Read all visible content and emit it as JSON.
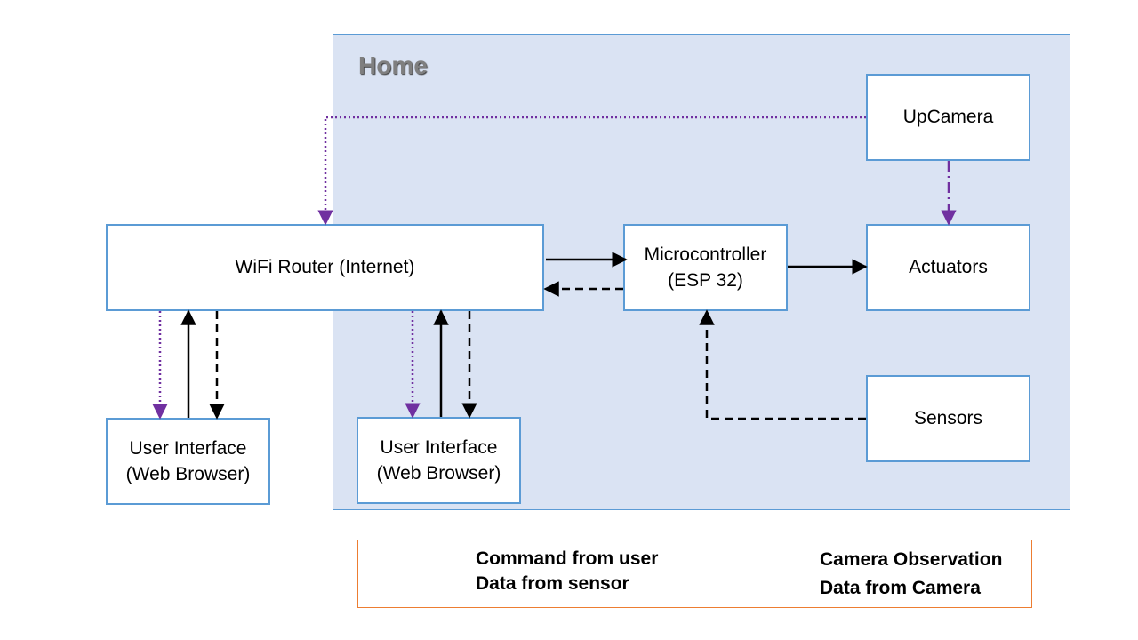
{
  "region": {
    "title": "Home"
  },
  "nodes": {
    "router": "WiFi Router (Internet)",
    "microcontroller": "Microcontroller\n(ESP 32)",
    "actuators": "Actuators",
    "camera": "UpCamera",
    "sensors": "Sensors",
    "ui_remote": "User Interface\n(Web Browser)",
    "ui_home": "User Interface\n(Web Browser)"
  },
  "legend": {
    "command": "Command from user",
    "sensor_data": "Data from sensor",
    "camera_observation": "Camera Observation",
    "camera_data": "Data from Camera"
  },
  "colors": {
    "region_fill": "#dae3f3",
    "region_border": "#5b9bd5",
    "node_border": "#5b9bd5",
    "camera_line": "#7030a0",
    "legend_border": "#ed7d31",
    "line": "#000000"
  }
}
